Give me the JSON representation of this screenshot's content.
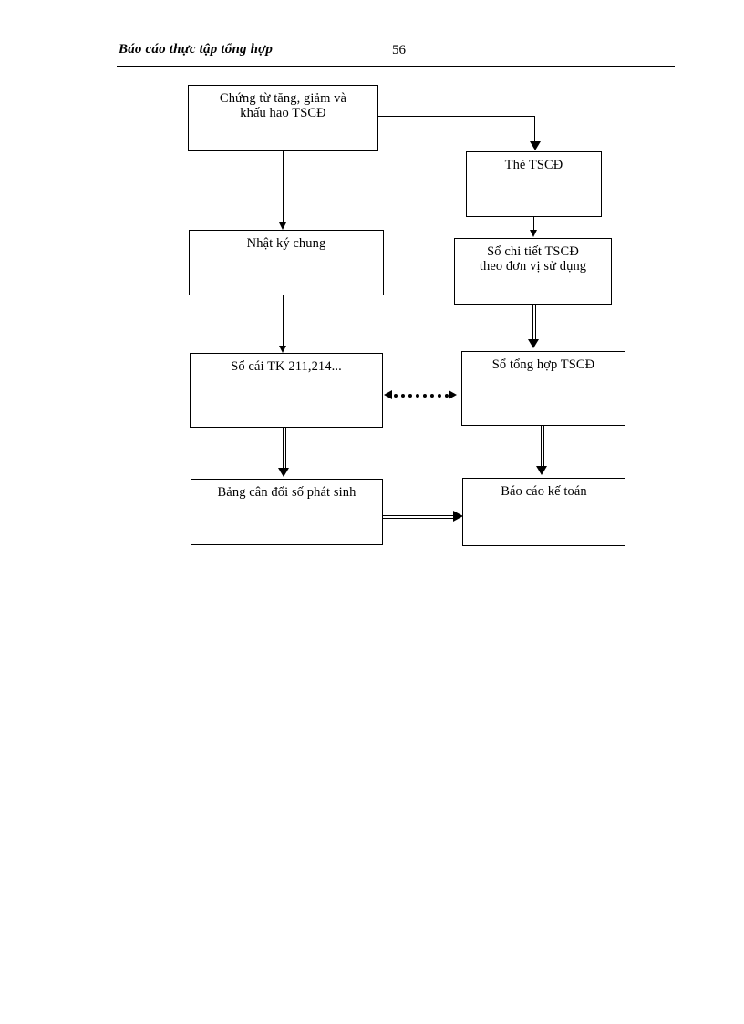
{
  "page": {
    "header_title": "Báo cáo thực tập tổng hợp",
    "page_number": "56"
  },
  "diagram": {
    "type": "flowchart",
    "title": "",
    "nodes": [
      {
        "id": "chung-tu",
        "label": "Chứng từ tăng, giảm  và\nkhấu hao TSCĐ"
      },
      {
        "id": "the-tscd",
        "label": "Thẻ TSCĐ"
      },
      {
        "id": "nhat-ky",
        "label": "Nhật ký chung"
      },
      {
        "id": "so-chi-tiet",
        "label": "Sổ chi tiết TSCĐ\ntheo đơn vị sử dụng"
      },
      {
        "id": "so-cai",
        "label": "Sổ cái TK 211,214..."
      },
      {
        "id": "so-tong-hop",
        "label": "Sổ tổng hợp TSCĐ"
      },
      {
        "id": "bang-can-doi",
        "label": "Bảng cân đối số phát sinh"
      },
      {
        "id": "bao-cao",
        "label": "Báo cáo kế toán"
      }
    ],
    "edges": [
      {
        "from": "chung-tu",
        "to": "nhat-ky",
        "style": "single-line",
        "direction": "one-way"
      },
      {
        "from": "chung-tu",
        "to": "the-tscd",
        "style": "single-line",
        "direction": "one-way"
      },
      {
        "from": "the-tscd",
        "to": "so-chi-tiet",
        "style": "single-line",
        "direction": "one-way"
      },
      {
        "from": "nhat-ky",
        "to": "so-cai",
        "style": "single-line",
        "direction": "one-way"
      },
      {
        "from": "so-chi-tiet",
        "to": "so-tong-hop",
        "style": "double-line",
        "direction": "one-way"
      },
      {
        "from": "so-cai",
        "to": "so-tong-hop",
        "style": "dotted",
        "direction": "two-way"
      },
      {
        "from": "so-cai",
        "to": "bang-can-doi",
        "style": "double-line",
        "direction": "one-way"
      },
      {
        "from": "so-tong-hop",
        "to": "bao-cao",
        "style": "double-line",
        "direction": "one-way"
      },
      {
        "from": "bang-can-doi",
        "to": "bao-cao",
        "style": "double-line",
        "direction": "one-way"
      }
    ],
    "colors": {
      "line": "#000000",
      "node_fill": "#ffffff",
      "text": "#000000"
    }
  }
}
